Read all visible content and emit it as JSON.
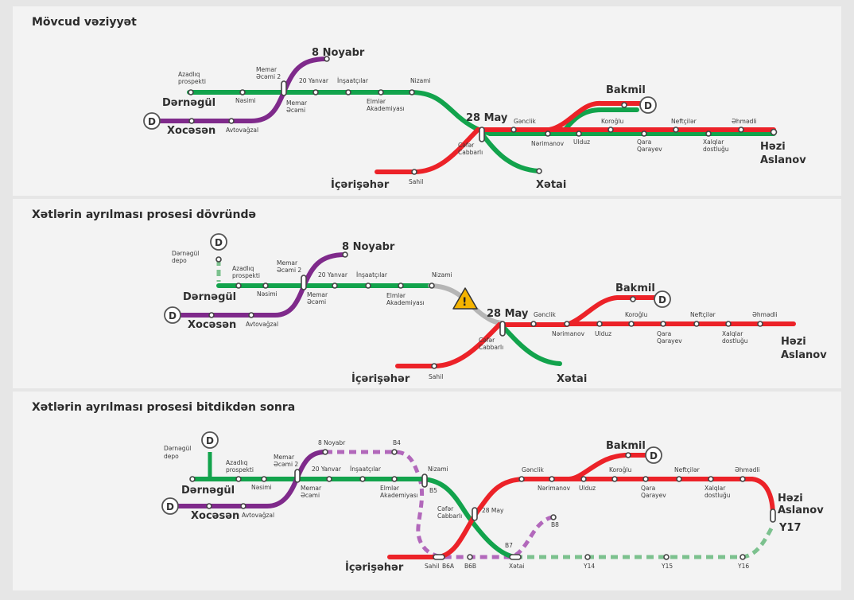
{
  "panels": [
    {
      "title": "Mövcud vəziyyət"
    },
    {
      "title": "Xətlərin ayrılması prosesi dövründə"
    },
    {
      "title": "Xətlərin ayrılması prosesi bitdikdən sonra"
    }
  ],
  "colors": {
    "green": "#12a34c",
    "red": "#ec2228",
    "purple": "#7f2a8b",
    "gray": "#b5b5b5",
    "dashed_purple": "#b268bb",
    "dashed_green": "#7cc18e",
    "warning": "#f5b400"
  },
  "s": {
    "novabr": "8 Noyabr",
    "memar2a": "Memar",
    "memar2b": "Əcəmi 2",
    "yanvar": "20 Yanvar",
    "insaat": "İnşaatçılar",
    "elmler1": "Elmlər",
    "elmler2": "Akademiyası",
    "nizami": "Nizami",
    "azad1": "Azadlıq",
    "azad2": "prospekti",
    "nesimi": "Nəsimi",
    "dernegul": "Dərnəgül",
    "memar1": "Memar",
    "memar1b": "Əcəmi",
    "avto": "Avtovağzal",
    "xocesen": "Xocəsən",
    "may28": "28 May",
    "genclik": "Gənclik",
    "neriman": "Nərimanov",
    "ulduz": "Ulduz",
    "koroglu": "Koroğlu",
    "qara1": "Qara",
    "qara2": "Qarayev",
    "neftci": "Neftçilər",
    "xalq1": "Xalqlar",
    "xalq2": "dostluğu",
    "ehmedli": "Əhmədli",
    "hezi": "Həzi",
    "aslanov": "Aslanov",
    "bakmil": "Bakmil",
    "cefer1": "Cəfər",
    "cefer2": "Cabbarlı",
    "sahil": "Sahil",
    "iceri": "İçərişəhər",
    "xetai": "Xətai",
    "depo1": "Dərnəgül",
    "depo2": "depo",
    "d": "D",
    "b4": "B4",
    "b5": "B5",
    "b6a": "B6A",
    "b6b": "B6B",
    "b7": "B7",
    "b8": "B8",
    "y14": "Y14",
    "y15": "Y15",
    "y16": "Y16",
    "y17": "Y17",
    "warn": "!"
  }
}
